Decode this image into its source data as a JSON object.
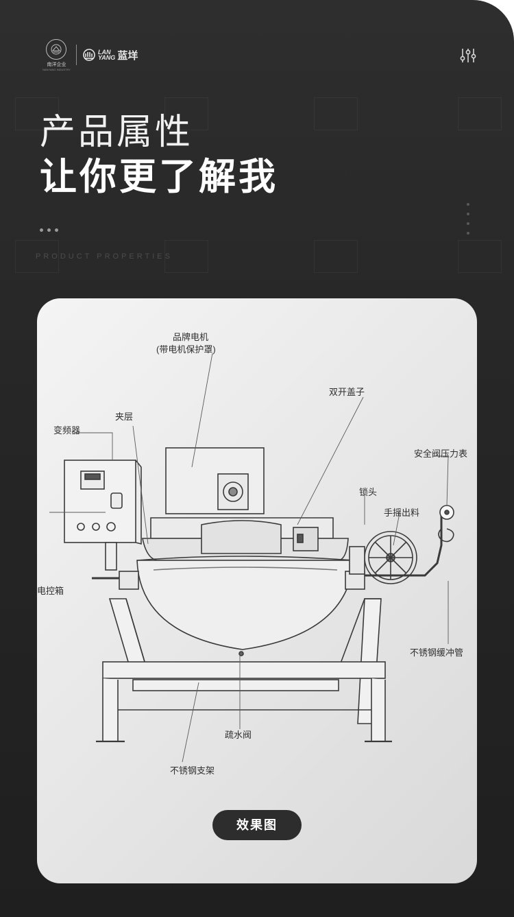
{
  "brand": {
    "seal_text": "南洋企业",
    "seal_sub": "NANYANG INDUSTRY",
    "latin_top": "LAN",
    "latin_bottom": "YANG",
    "cn_name": "蓝垟"
  },
  "hero": {
    "title_line1": "产品属性",
    "title_line2": "让你更了解我",
    "subtitle": "PRODUCT PROPERTIES"
  },
  "diagram": {
    "labels": {
      "brand_motor": "品牌电机",
      "motor_cover": "(带电机保护罩)",
      "double_lid": "双开盖子",
      "jacket": "夹层",
      "inverter": "变频器",
      "safety_gauge": "安全阀压力表",
      "lock": "锁头",
      "hand_discharge": "手摇出料",
      "control_box": "电控箱",
      "buffer_pipe": "不锈钢缓冲管",
      "drain_valve": "疏水阀",
      "stand": "不锈钢支架"
    },
    "caption": "效果图"
  },
  "colors": {
    "background_dark": "#262626",
    "card_light": "#e7e7e7",
    "caption_bg": "#2d2d2d"
  }
}
